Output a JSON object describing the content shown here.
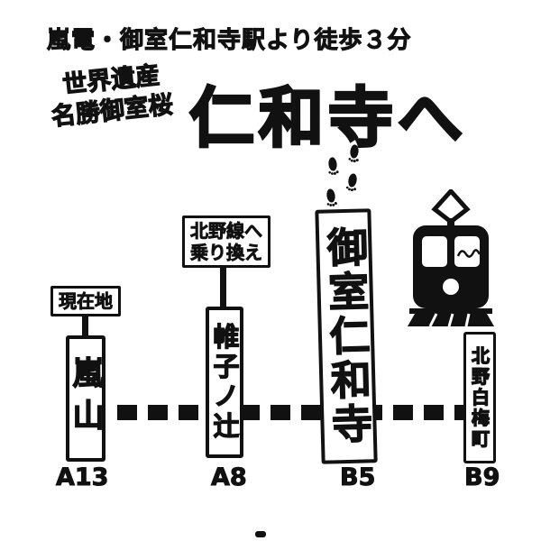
{
  "header": {
    "line": "嵐電・御室仁和寺駅より徒歩３分"
  },
  "title": {
    "subtitle_line1": "世界遺産",
    "subtitle_line2": "名勝御室桜",
    "main": "仁和寺へ"
  },
  "diagram": {
    "stations": [
      {
        "name": "嵐山",
        "code": "A13",
        "label": "現在地"
      },
      {
        "name": "帷子ノ辻",
        "code": "A8",
        "label_line1": "北野線へ",
        "label_line2": "乗り換え"
      },
      {
        "name": "御室仁和寺",
        "code": "B5"
      },
      {
        "name": "北野白梅町",
        "code": "B9"
      }
    ],
    "icons": {
      "tram": "tram-icon",
      "footprints": "footprints-icon"
    }
  },
  "colors": {
    "ink": "#111111",
    "background": "#ffffff"
  }
}
